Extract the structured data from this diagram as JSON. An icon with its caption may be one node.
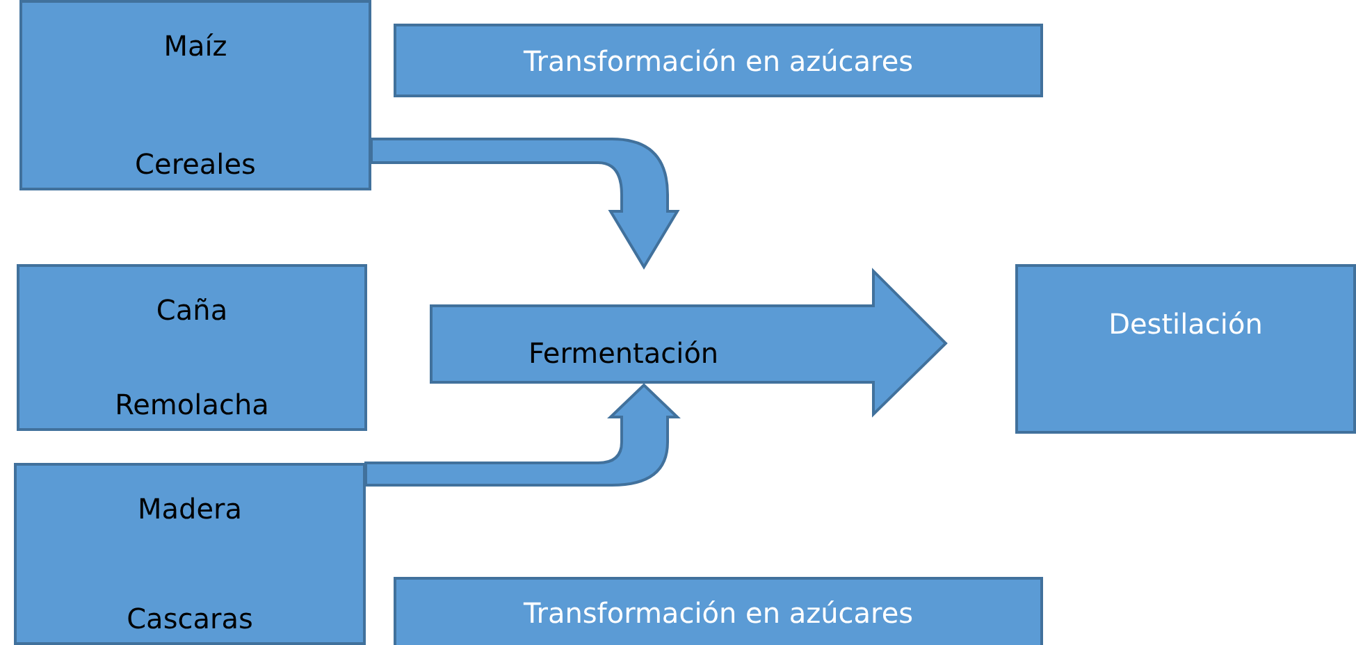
{
  "diagram": {
    "nodes": [
      {
        "text": [
          "Maíz",
          "Cereales"
        ]
      },
      {
        "text": [
          "Transformación en azúcares"
        ]
      },
      {
        "text": [
          "Caña",
          "Remolacha"
        ]
      },
      {
        "text": [
          "Fermentación"
        ]
      },
      {
        "text": [
          "Destilación"
        ]
      },
      {
        "text": [
          "Madera",
          "Cascaras"
        ]
      },
      {
        "text": [
          "Transformación en azúcares"
        ]
      }
    ],
    "edges": [
      {
        "from": 0,
        "to": 3,
        "arrow": "to"
      },
      {
        "from": 5,
        "to": 3,
        "arrow": "to"
      }
    ]
  }
}
